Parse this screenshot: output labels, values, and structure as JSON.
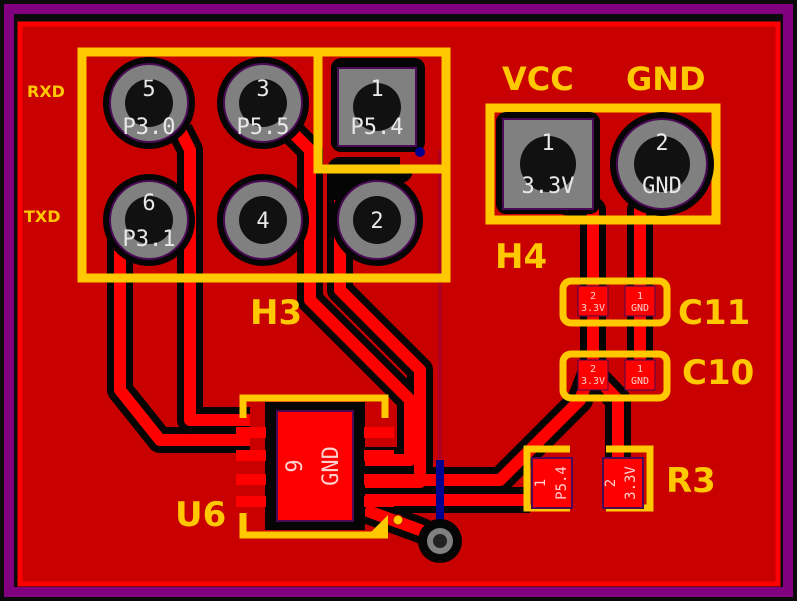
{
  "colors": {
    "board_outline": "#800080",
    "copper": "#c80000",
    "trace": "#ff0000",
    "silkscreen": "#ffc800",
    "pad": "#808080",
    "via_layer": "#000090"
  },
  "silkscreen_labels": {
    "rxd": "RXD",
    "txd": "TXD",
    "vcc": "VCC",
    "gnd": "GND",
    "h3": "H3",
    "h4": "H4",
    "c11": "C11",
    "c10": "C10",
    "r3": "R3",
    "u6": "U6"
  },
  "h3": {
    "pins": [
      {
        "num": "5",
        "net": "P3.0"
      },
      {
        "num": "3",
        "net": "P5.5"
      },
      {
        "num": "1",
        "net": "P5.4"
      },
      {
        "num": "6",
        "net": "P3.1"
      },
      {
        "num": "4",
        "net": ""
      },
      {
        "num": "2",
        "net": ""
      }
    ]
  },
  "h4": {
    "pins": [
      {
        "num": "1",
        "net": "3.3V"
      },
      {
        "num": "2",
        "net": "GND"
      }
    ]
  },
  "c11": {
    "pads": [
      {
        "num": "2",
        "net": "3.3V"
      },
      {
        "num": "1",
        "net": "GND"
      }
    ]
  },
  "c10": {
    "pads": [
      {
        "num": "2",
        "net": "3.3V"
      },
      {
        "num": "1",
        "net": "GND"
      }
    ]
  },
  "r3": {
    "pads": [
      {
        "num": "1",
        "net": "P5.4"
      },
      {
        "num": "2",
        "net": "3.3V"
      }
    ]
  },
  "u6": {
    "pad": {
      "num": "9",
      "net": "GND"
    }
  }
}
